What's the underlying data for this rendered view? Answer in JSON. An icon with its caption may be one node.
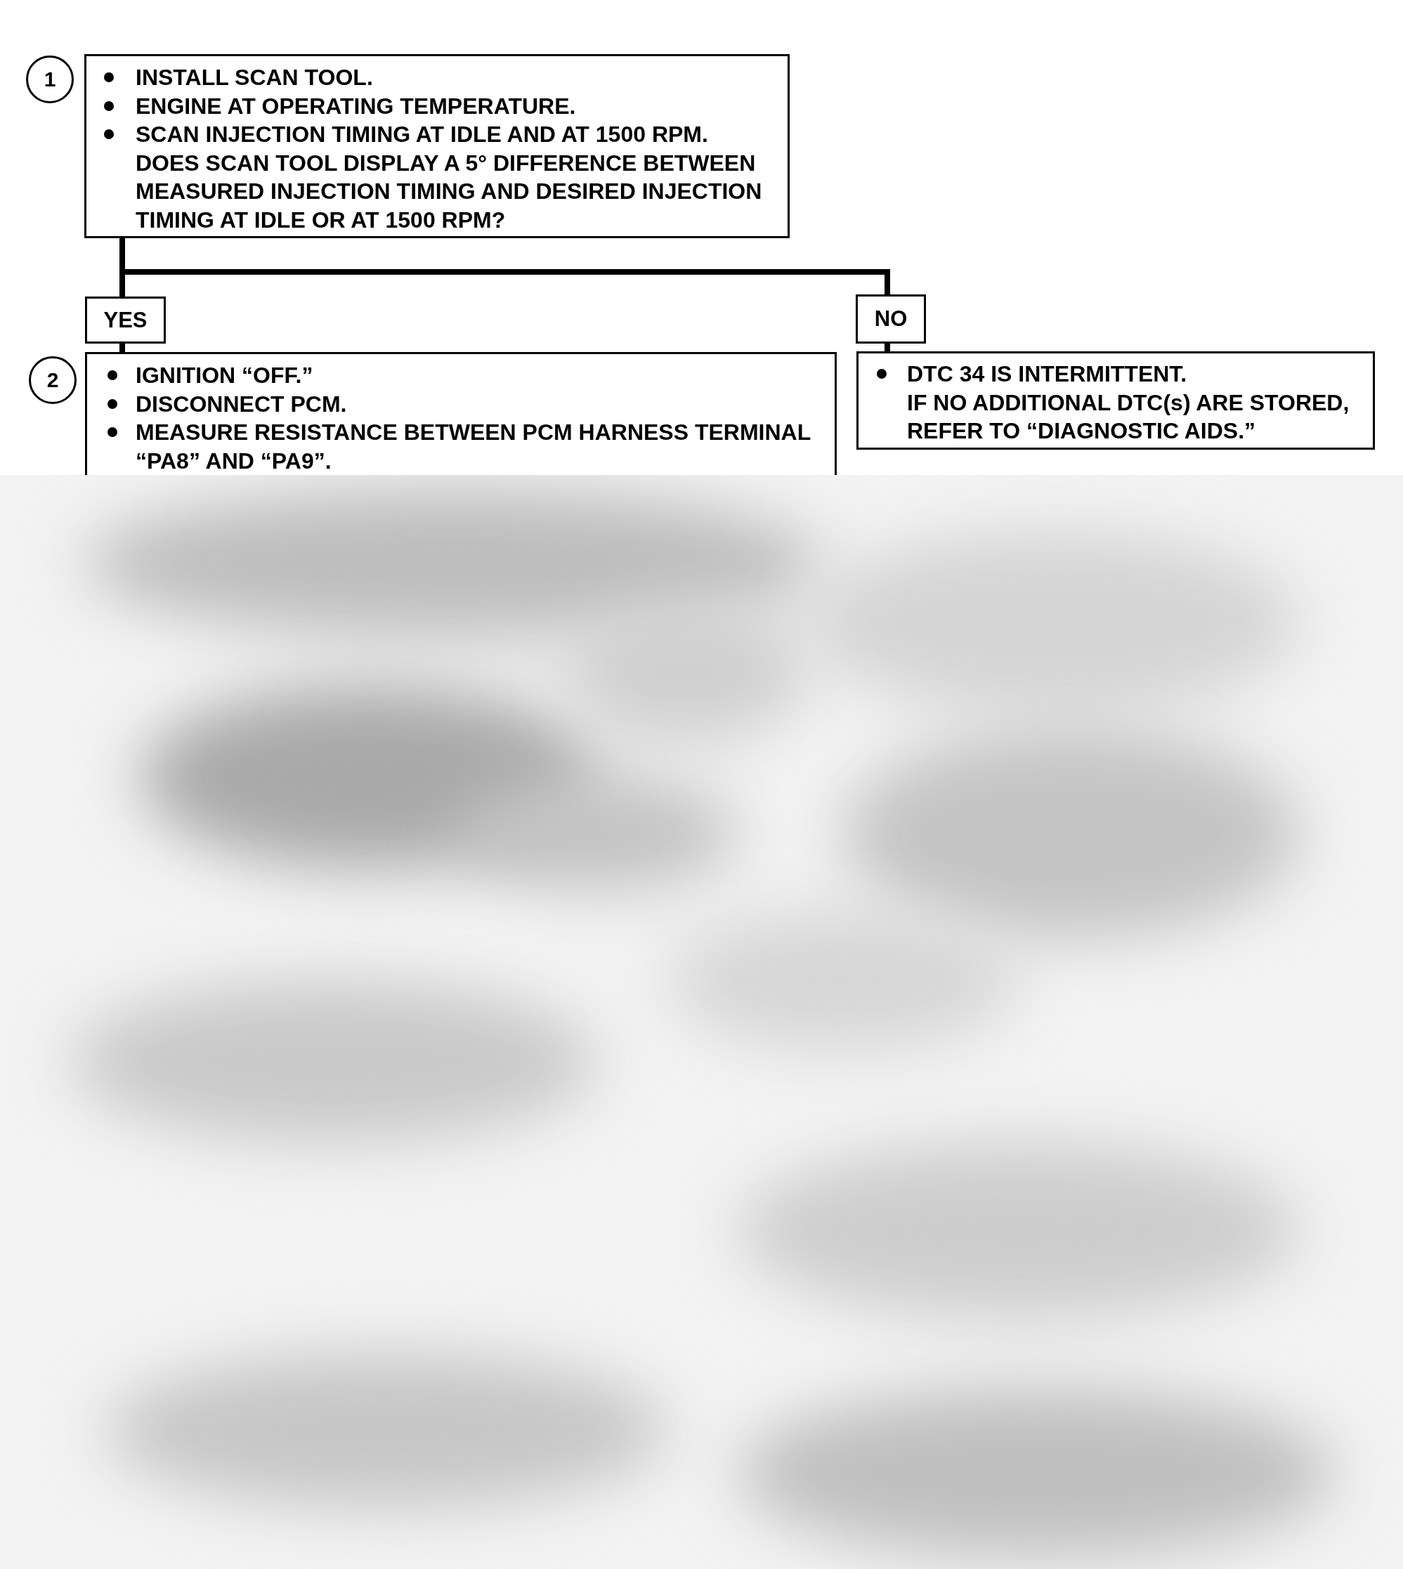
{
  "diagram": {
    "nodes": [
      {
        "text": [
          "1"
        ]
      },
      {
        "text": [
          "INSTALL SCAN TOOL.",
          "ENGINE AT OPERATING TEMPERATURE.",
          "SCAN INJECTION TIMING AT IDLE AND AT 1500 RPM.",
          "DOES SCAN TOOL DISPLAY A 5° DIFFERENCE BETWEEN MEASURED INJECTION TIMING AND DESIRED INJECTION TIMING AT IDLE OR AT 1500 RPM?"
        ]
      },
      {
        "text": [
          "YES"
        ]
      },
      {
        "text": [
          "NO"
        ]
      },
      {
        "text": [
          "2"
        ]
      },
      {
        "text": [
          "IGNITION “OFF.”",
          "DISCONNECT PCM.",
          "MEASURE RESISTANCE BETWEEN PCM HARNESS TERMINAL “PA8” AND “PA9”."
        ]
      },
      {
        "text": [
          "DTC 34 IS INTERMITTENT.",
          "IF NO ADDITIONAL DTC(s) ARE STORED, REFER TO “DIAGNOSTIC AIDS.”"
        ]
      }
    ],
    "edges": [
      {
        "from": 1,
        "to": 2,
        "arrow": "none"
      },
      {
        "from": 1,
        "to": 3,
        "arrow": "none"
      },
      {
        "from": 2,
        "to": 5,
        "arrow": "none"
      },
      {
        "from": 3,
        "to": 6,
        "arrow": "none"
      }
    ]
  }
}
